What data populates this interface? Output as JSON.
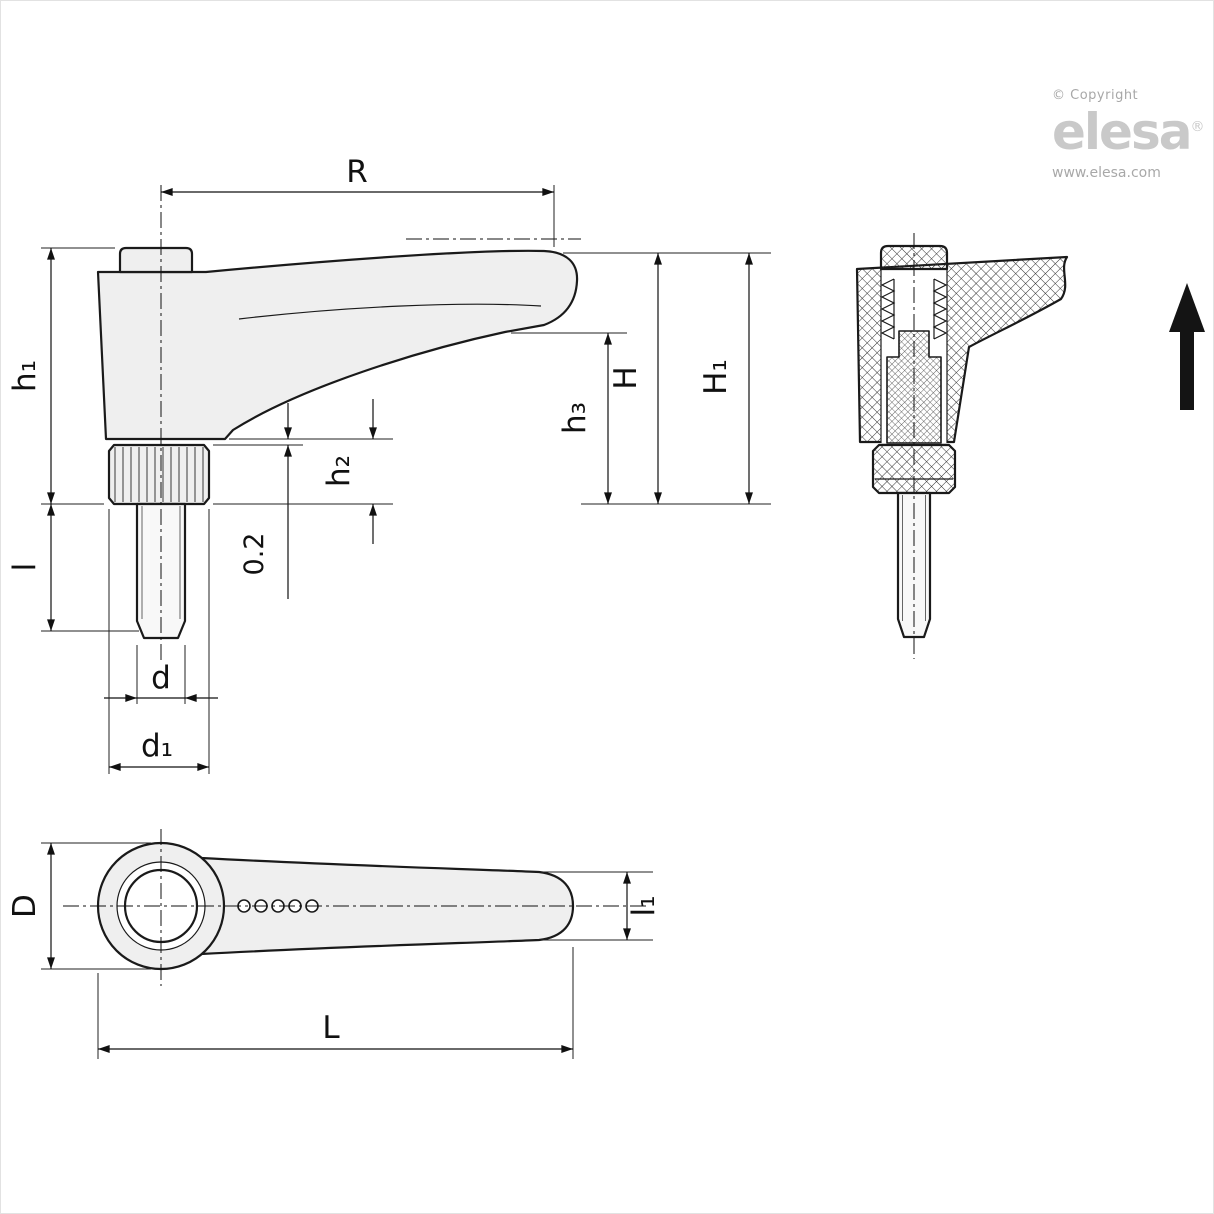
{
  "branding": {
    "copyright": "© Copyright",
    "logo": "elesa",
    "registered": "®",
    "url": "www.elesa.com"
  },
  "side_view_labels": {
    "R": "R",
    "h1": "h₁",
    "l": "l",
    "d": "d",
    "d1": "d₁",
    "gap": "0.2",
    "h2": "h₂",
    "h3": "h₃",
    "H": "H",
    "H1": "H₁"
  },
  "top_view_labels": {
    "D": "D",
    "l1": "l₁",
    "L": "L"
  }
}
